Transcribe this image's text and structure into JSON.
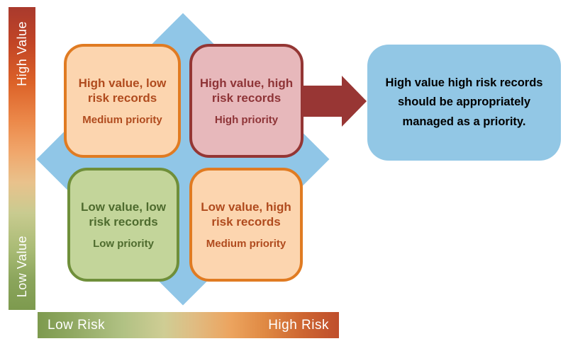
{
  "palette": {
    "diamond_blue": "#90c6e7",
    "callout_blue": "#92c7e5",
    "arrow_red": "#983634",
    "value_bar_top": "#a93a2d",
    "value_bar_bottom": "#7d9a4e",
    "risk_bar_left": "#7d9a4e",
    "risk_bar_right": "#bf4e2c"
  },
  "value_axis": {
    "high_label": "High Value",
    "low_label": "Low Value"
  },
  "risk_axis": {
    "low_label": "Low Risk",
    "high_label": "High Risk"
  },
  "quadrants": [
    {
      "id": "high-value-low-risk",
      "title": "High value, low risk records",
      "priority": "Medium priority",
      "fill": "#fcd5af",
      "border": "#e07b22",
      "text": "#b04b1e"
    },
    {
      "id": "high-value-high-risk",
      "title": "High value, high risk records",
      "priority": "High priority",
      "fill": "#e7b8bb",
      "border": "#943634",
      "text": "#8e3437"
    },
    {
      "id": "low-value-low-risk",
      "title": "Low value, low risk records",
      "priority": "Low priority",
      "fill": "#c3d59a",
      "border": "#6f8f3a",
      "text": "#4e6b2e"
    },
    {
      "id": "low-value-high-risk",
      "title": "Low value, high risk records",
      "priority": "Medium priority",
      "fill": "#fcd5af",
      "border": "#e07b22",
      "text": "#b04b1e"
    }
  ],
  "callout": {
    "text": "High value high risk records should be appropriately managed as a priority."
  }
}
